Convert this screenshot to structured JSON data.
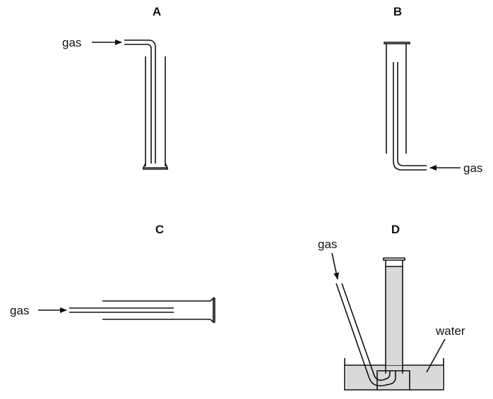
{
  "panels": [
    {
      "label": "A",
      "inlet_label": "gas"
    },
    {
      "label": "B",
      "inlet_label": "gas"
    },
    {
      "label": "C",
      "inlet_label": "gas"
    },
    {
      "label": "D",
      "inlet_label": "gas",
      "liquid_label": "water"
    }
  ],
  "colors": {
    "line": "#111111",
    "water": "#d9d9d9"
  }
}
